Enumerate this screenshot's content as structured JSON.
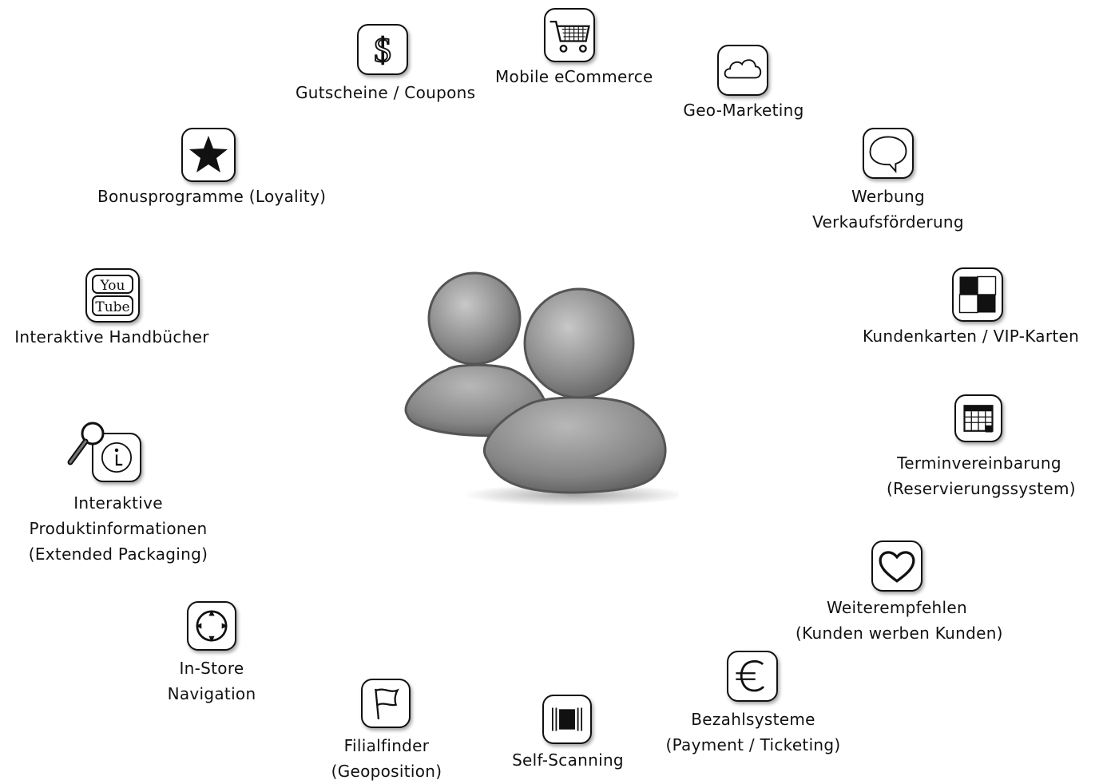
{
  "nodes": {
    "coupons": {
      "icon": "dollar-icon",
      "lines": [
        "Gutscheine / Coupons"
      ]
    },
    "ecommerce": {
      "icon": "shopping-cart-icon",
      "lines": [
        "Mobile eCommerce"
      ]
    },
    "geo": {
      "icon": "cloud-icon",
      "lines": [
        "Geo-Marketing"
      ]
    },
    "werbung": {
      "icon": "speech-bubble-icon",
      "lines": [
        "Werbung",
        "Verkaufsförderung"
      ]
    },
    "kunden": {
      "icon": "checkerboard-icon",
      "lines": [
        "Kundenkarten / VIP-Karten"
      ]
    },
    "termin": {
      "icon": "calendar-icon",
      "lines": [
        "Terminvereinbarung",
        "(Reservierungssystem)"
      ]
    },
    "weiter": {
      "icon": "heart-icon",
      "lines": [
        "Weiterempfehlen",
        "(Kunden werben Kunden)"
      ]
    },
    "bezahl": {
      "icon": "euro-icon",
      "lines": [
        "Bezahlsysteme",
        "(Payment / Ticketing)"
      ]
    },
    "scanning": {
      "icon": "barcode-icon",
      "lines": [
        "Self-Scanning"
      ]
    },
    "filial": {
      "icon": "flag-icon",
      "lines": [
        "Filialfinder",
        "(Geoposition)"
      ]
    },
    "instore": {
      "icon": "compass-icon",
      "lines": [
        "In-Store",
        "Navigation"
      ]
    },
    "produkt": {
      "icon": "info-search-icon",
      "lines": [
        "Interaktive",
        "Produktinformationen",
        "(Extended Packaging)"
      ]
    },
    "handbuch": {
      "icon": "youtube-icon",
      "lines": [
        "Interaktive Handbücher"
      ],
      "icon_text": [
        "You",
        "Tube"
      ]
    },
    "bonus": {
      "icon": "star-icon",
      "lines": [
        "Bonusprogramme (Loyality)"
      ]
    }
  },
  "center": {
    "icon": "users-icon"
  }
}
